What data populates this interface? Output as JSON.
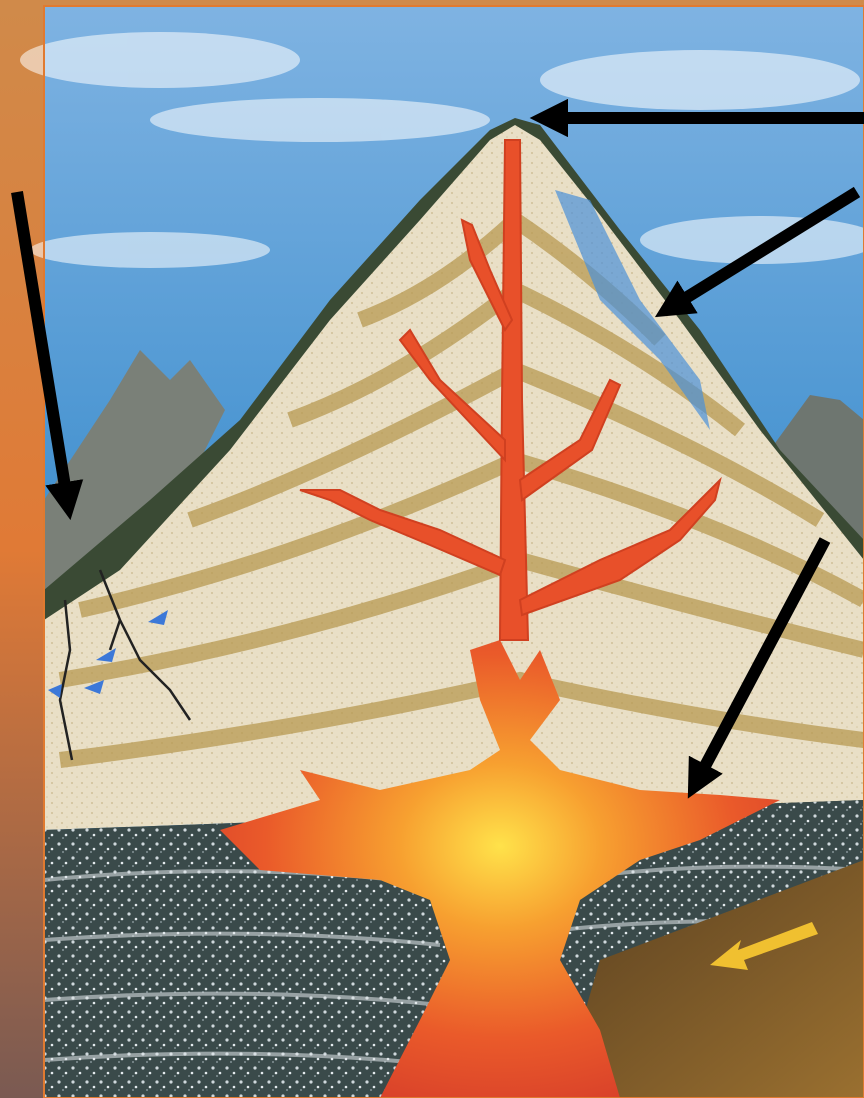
{
  "diagram": {
    "subject": "volcano-cross-section",
    "labels": [],
    "arrows": [
      {
        "name": "arrow-to-summit-vent",
        "icon": "arrow-left-icon"
      },
      {
        "name": "arrow-to-slope-water",
        "icon": "arrow-down-left-icon"
      },
      {
        "name": "arrow-to-cracked-ground",
        "icon": "arrow-down-icon"
      },
      {
        "name": "arrow-to-magma-chamber",
        "icon": "arrow-down-left-icon"
      }
    ],
    "colors": {
      "sky": "#3f8fce",
      "cone": "#e8dcc2",
      "ash_bands": "#b89a52",
      "magma": "#e8502a",
      "magma_core": "#ffd23a",
      "bedrock": "#3a4a4a",
      "arrow": "#000000",
      "flow_arrow_water": "#3c78d8",
      "flow_arrow_plate": "#f0c030"
    }
  }
}
